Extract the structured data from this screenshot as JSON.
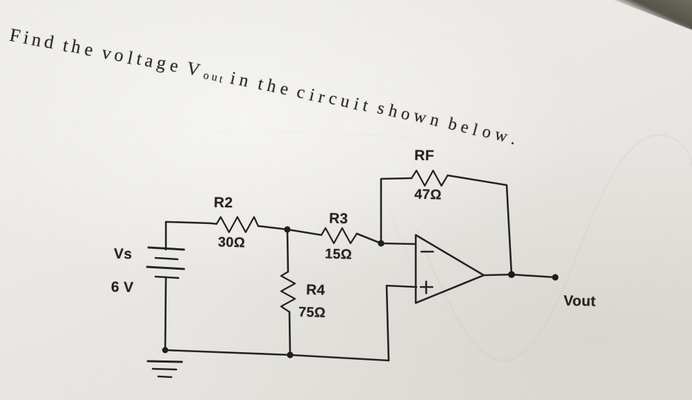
{
  "document": {
    "type": "photographed-textbook-page",
    "question_text": "Find the voltage Vout in the circuit shown below.",
    "question_parts": {
      "lead": "Find the voltage ",
      "symbol_main": "V",
      "symbol_sub": "out",
      "tail": " in the circuit shown below."
    },
    "paper_color": "#ece9e4",
    "ink_color": "#232222"
  },
  "circuit": {
    "title": "inverting op-amp with input divider",
    "source": {
      "name": "Vs",
      "value": "6 V",
      "type": "dc-voltage-source"
    },
    "ground": {
      "name": "ground",
      "symbol": "earth-ground"
    },
    "components": [
      {
        "ref": "R2",
        "value": "30Ω",
        "orientation": "horizontal"
      },
      {
        "ref": "R3",
        "value": "15Ω",
        "orientation": "horizontal"
      },
      {
        "ref": "R4",
        "value": "75Ω",
        "orientation": "vertical"
      },
      {
        "ref": "RF",
        "value": "47Ω",
        "orientation": "horizontal"
      }
    ],
    "opamp": {
      "name": "op-amp",
      "inverting_input": "–",
      "noninverting_input": "+"
    },
    "output": {
      "label": "Vout",
      "terminal": "output-terminal"
    }
  },
  "labels": {
    "R2_ref": "R2",
    "R2_val": "30Ω",
    "R3_ref": "R3",
    "R3_val": "15Ω",
    "R4_ref": "R4",
    "R4_val": "75Ω",
    "RF_ref": "RF",
    "RF_val": "47Ω",
    "Vs_ref": "Vs",
    "Vs_val": "6 V",
    "out_ref": "Vout",
    "minus_sign": "–",
    "plus_sign": "+"
  }
}
